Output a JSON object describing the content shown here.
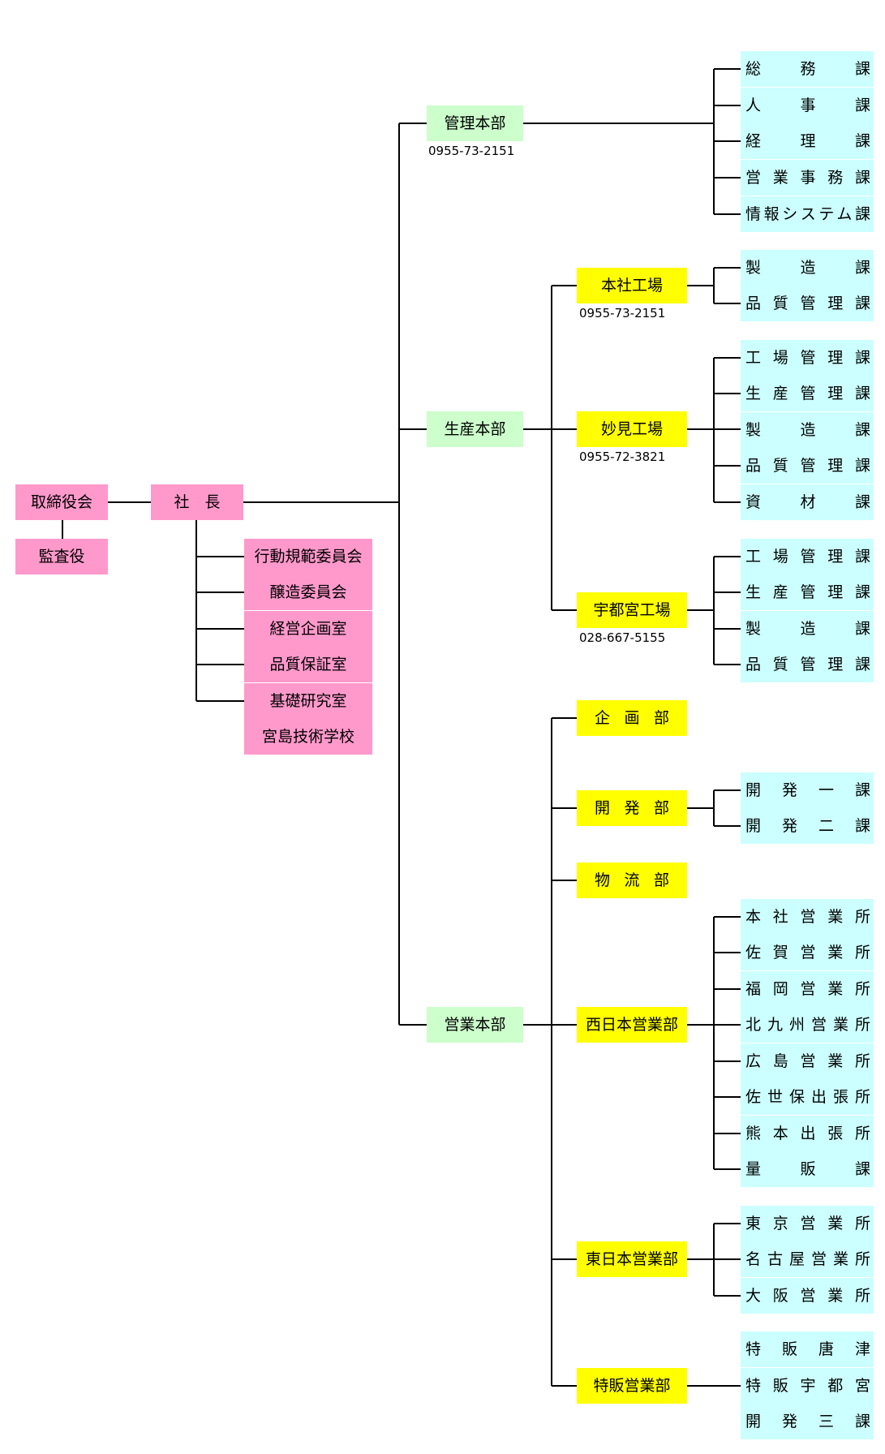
{
  "colors": {
    "executive": "#ff99cc",
    "division": "#ccffcc",
    "department": "#ffff00",
    "section": "#ccffff",
    "line": "#000000"
  },
  "board": "取締役会",
  "auditor": "監査役",
  "president": "社　長",
  "staff": [
    "行動規範委員会",
    "醸造委員会",
    "経営企画室",
    "品質保証室",
    "基礎研究室",
    "宮島技術学校"
  ],
  "divisions": {
    "admin": {
      "label": "管理本部",
      "phone": "0955-73-2151",
      "sections": [
        "総務課",
        "人事課",
        "経理課",
        "営業事務課",
        "情報システム課"
      ]
    },
    "production": {
      "label": "生産本部"
    },
    "sales": {
      "label": "営業本部"
    }
  },
  "factories": {
    "honsha": {
      "label": "本社工場",
      "phone": "0955-73-2151",
      "sections": [
        "製造課",
        "品質管理課"
      ]
    },
    "myoken": {
      "label": "妙見工場",
      "phone": "0955-72-3821",
      "sections": [
        "工場管理課",
        "生産管理課",
        "製造課",
        "品質管理課",
        "資材課"
      ]
    },
    "utsunomiya": {
      "label": "宇都宮工場",
      "phone": "028-667-5155",
      "sections": [
        "工場管理課",
        "生産管理課",
        "製造課",
        "品質管理課"
      ]
    }
  },
  "sales_depts": {
    "kikaku": {
      "label": "企画部"
    },
    "kaihatsu": {
      "label": "開発部",
      "sections": [
        "開発一課",
        "開発二課"
      ]
    },
    "butsuryu": {
      "label": "物流部"
    },
    "nishinihon": {
      "label": "西日本営業部",
      "sections": [
        "本社営業所",
        "佐賀営業所",
        "福岡営業所",
        "北九州営業所",
        "広島営業所",
        "佐世保出張所",
        "熊本出張所",
        "量販課"
      ]
    },
    "higashinihon": {
      "label": "東日本営業部",
      "sections": [
        "東京営業所",
        "名古屋営業所",
        "大阪営業所"
      ]
    },
    "tokuhan": {
      "label": "特販営業部",
      "sections": [
        "特販唐津",
        "特販宇都宮",
        "開発三課"
      ]
    }
  }
}
